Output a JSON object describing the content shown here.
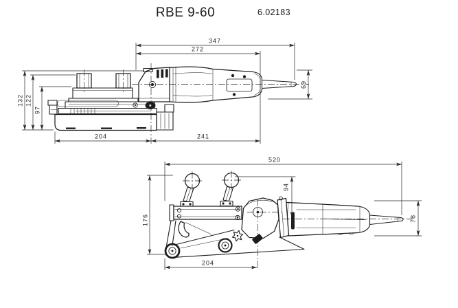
{
  "header": {
    "model": "RBE 9-60",
    "article_number": "6.02183"
  },
  "colors": {
    "line": "#1d1d1d",
    "dimension": "#262626",
    "background": "#ffffff"
  },
  "top_view": {
    "description": "top view of tube belt sander with dimension lines",
    "dims": {
      "overall_length": "347",
      "housing_length": "272",
      "total_width": "132",
      "post_width": "122",
      "plate_width": "97",
      "head_length": "204",
      "motor_length": "241",
      "motor_diameter": "69"
    }
  },
  "side_view": {
    "description": "side view of tube belt sander with dimension lines",
    "dims": {
      "overall_length": "520",
      "total_height": "176",
      "axis_height": "94",
      "head_length": "204",
      "motor_diameter": "78"
    }
  }
}
